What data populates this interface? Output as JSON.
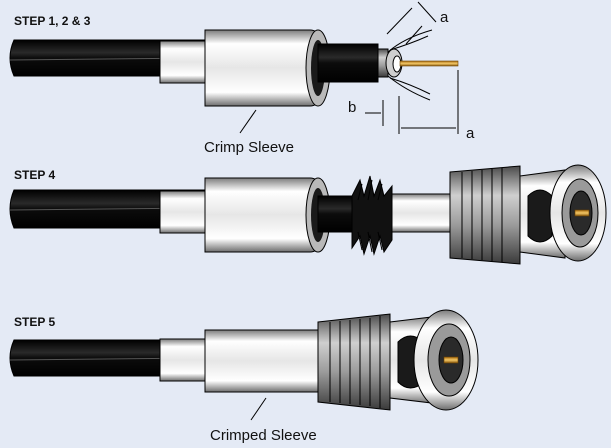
{
  "steps": [
    {
      "label": "STEP 1, 2 & 3"
    },
    {
      "label": "STEP 4"
    },
    {
      "label": "STEP 5"
    }
  ],
  "callouts": {
    "crimp_sleeve": "Crimp Sleeve",
    "crimped_sleeve": "Crimped Sleeve"
  },
  "dimensions": {
    "a": "a",
    "b": "b"
  },
  "colors": {
    "background": "#e4eaf5",
    "cable": "#141414",
    "metal_light": "#f4f4f4",
    "metal_shade": "#8a8a8a",
    "conductor": "#d9a23a"
  }
}
